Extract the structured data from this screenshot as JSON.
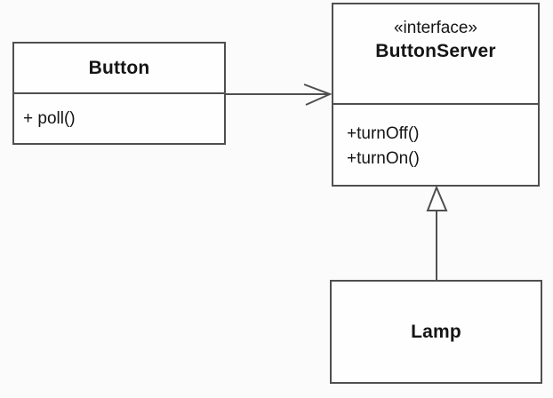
{
  "diagram": {
    "type": "uml-class-diagram",
    "colors": {
      "line": "#4f4f4f",
      "text": "#141414",
      "box_fill": "#fefefe",
      "background": "#fbfbfb"
    },
    "button_class": {
      "name": "Button",
      "methods": [
        "+ poll()"
      ]
    },
    "button_server_interface": {
      "stereotype": "«interface»",
      "name": "ButtonServer",
      "methods": [
        "+turnOff()",
        "+turnOn()"
      ]
    },
    "lamp_class": {
      "name": "Lamp"
    },
    "relationships": [
      {
        "type": "association-arrow",
        "from": "Button",
        "to": "ButtonServer"
      },
      {
        "type": "generalization-triangle",
        "from": "Lamp",
        "to": "ButtonServer"
      }
    ]
  }
}
